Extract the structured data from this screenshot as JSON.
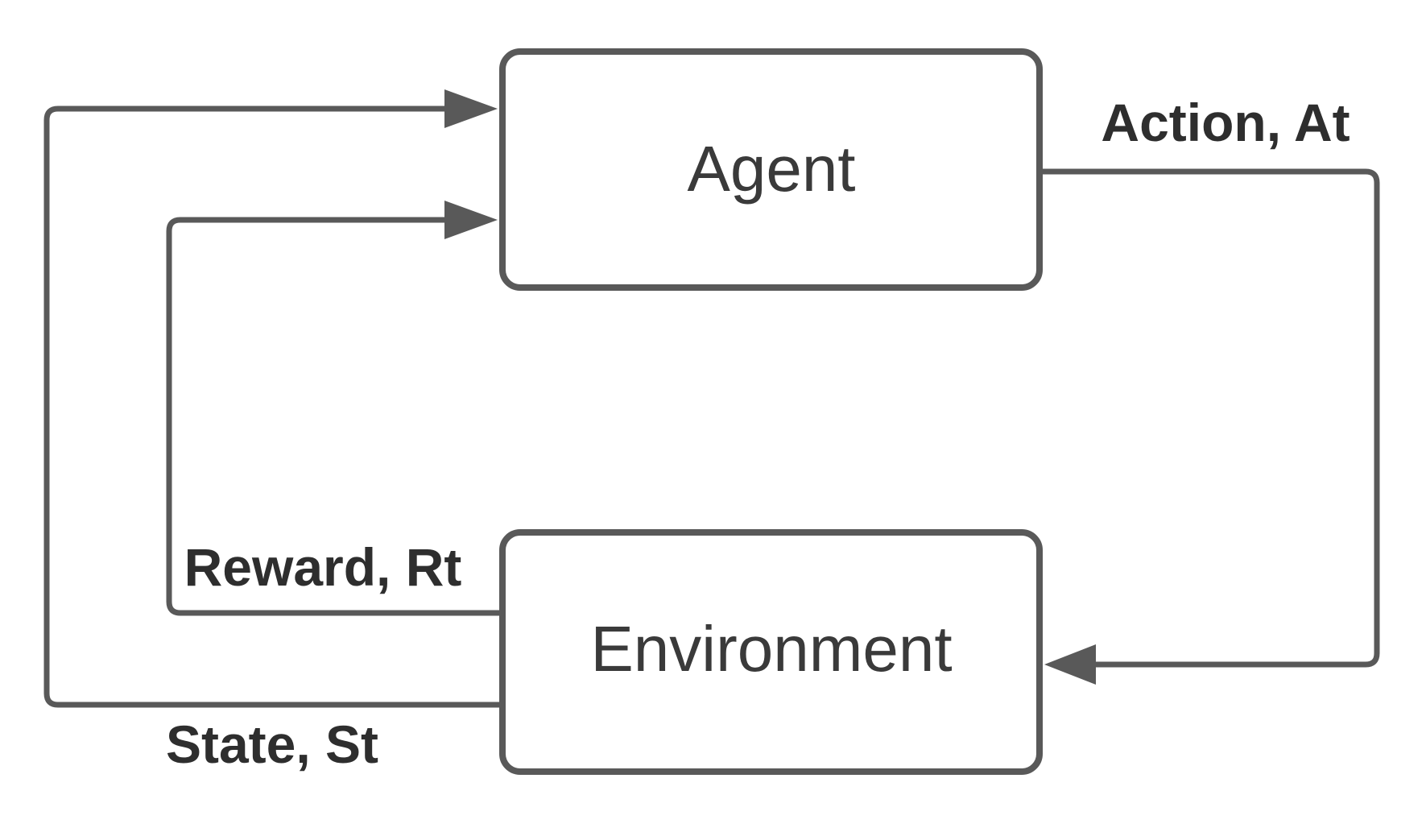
{
  "diagram": {
    "type": "flow-diagram",
    "nodes": {
      "agent": {
        "label": "Agent"
      },
      "environment": {
        "label": "Environment"
      }
    },
    "edges": {
      "action": {
        "label": "Action, At",
        "from": "Agent",
        "to": "Environment"
      },
      "reward": {
        "label": "Reward, Rt",
        "from": "Environment",
        "to": "Agent"
      },
      "state": {
        "label": "State, St",
        "from": "Environment",
        "to": "Agent"
      }
    },
    "colors": {
      "stroke": "#595959",
      "node_text": "#3a3a3a",
      "label_text": "#2e2e2e",
      "background": "#ffffff"
    }
  }
}
